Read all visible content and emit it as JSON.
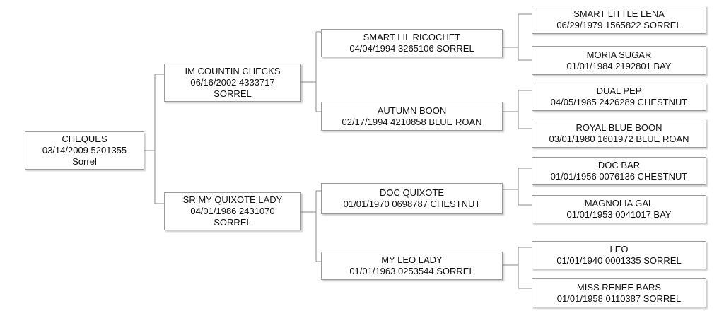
{
  "pedigree": {
    "subject": {
      "name": "CHEQUES",
      "line2": "03/14/2009 5201355",
      "line3": "Sorrel"
    },
    "sire": {
      "name": "IM COUNTIN CHECKS",
      "line2": "06/16/2002 4333717",
      "line3": "SORREL"
    },
    "dam": {
      "name": "SR MY QUIXOTE LADY",
      "line2": "04/01/1986 2431070",
      "line3": "SORREL"
    },
    "sire_sire": {
      "name": "SMART LIL RICOCHET",
      "line2": "04/04/1994 3265106 SORREL"
    },
    "sire_dam": {
      "name": "AUTUMN BOON",
      "line2": "02/17/1994 4210858 BLUE ROAN"
    },
    "dam_sire": {
      "name": "DOC QUIXOTE",
      "line2": "01/01/1970 0698787 CHESTNUT"
    },
    "dam_dam": {
      "name": "MY LEO LADY",
      "line2": "01/01/1963 0253544 SORREL"
    },
    "ss_sire": {
      "name": "SMART LITTLE LENA",
      "line2": "06/29/1979 1565822 SORREL"
    },
    "ss_dam": {
      "name": "MORIA SUGAR",
      "line2": "01/01/1984 2192801 BAY"
    },
    "sd_sire": {
      "name": "DUAL PEP",
      "line2": "04/05/1985 2426289 CHESTNUT"
    },
    "sd_dam": {
      "name": "ROYAL BLUE BOON",
      "line2": "03/01/1980 1601972 BLUE ROAN"
    },
    "ds_sire": {
      "name": "DOC BAR",
      "line2": "01/01/1956 0076136 CHESTNUT"
    },
    "ds_dam": {
      "name": "MAGNOLIA GAL",
      "line2": "01/01/1953 0041017 BAY"
    },
    "dd_sire": {
      "name": "LEO",
      "line2": "01/01/1940 0001335 SORREL"
    },
    "dd_dam": {
      "name": "MISS RENEE BARS",
      "line2": "01/01/1958 0110387 SORREL"
    }
  }
}
